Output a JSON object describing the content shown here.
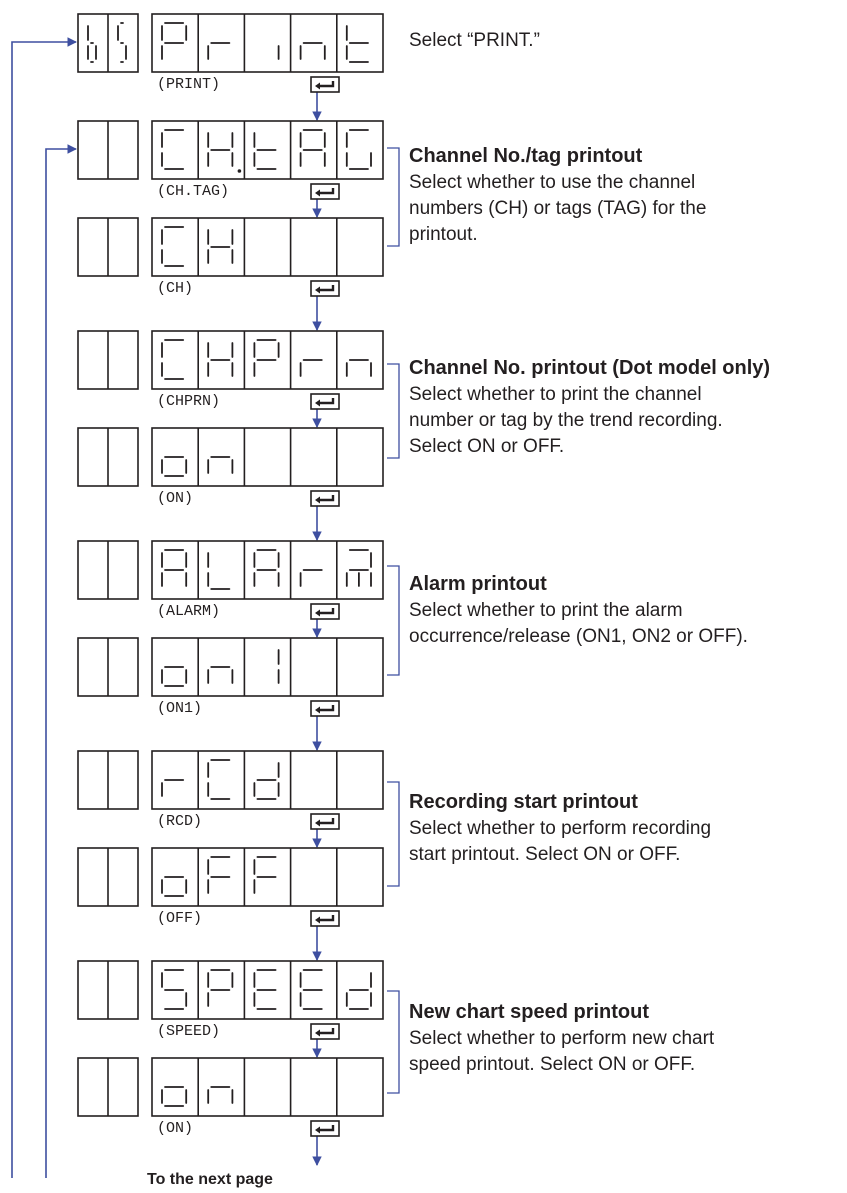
{
  "colors": {
    "flow": "#3e4fa0",
    "ink": "#231f20"
  },
  "icons": {
    "enter": "enter-key-icon"
  },
  "steps": [
    {
      "id": "print-select",
      "sub": [
        "b",
        "5"
      ],
      "chars": [
        "P",
        "r",
        "i",
        "n",
        "t"
      ],
      "label": "(PRINT)"
    },
    {
      "id": "ch-tag",
      "sub": [
        "",
        ""
      ],
      "chars": [
        "C",
        "H.",
        "t",
        "A",
        "G"
      ],
      "label": "(CH.TAG)"
    },
    {
      "id": "ch",
      "sub": [
        "",
        ""
      ],
      "chars": [
        "C",
        "H",
        "",
        "",
        ""
      ],
      "label": "(CH)"
    },
    {
      "id": "chprn",
      "sub": [
        "",
        ""
      ],
      "chars": [
        "C",
        "H",
        "P",
        "r",
        "n"
      ],
      "label": "(CHPRN)"
    },
    {
      "id": "chprn-on",
      "sub": [
        "",
        ""
      ],
      "chars": [
        "o",
        "n",
        "",
        "",
        ""
      ],
      "label": "(ON)"
    },
    {
      "id": "alarm",
      "sub": [
        "",
        ""
      ],
      "chars": [
        "A",
        "L",
        "A",
        "r",
        "m"
      ],
      "label": "(ALARM)"
    },
    {
      "id": "on1",
      "sub": [
        "",
        ""
      ],
      "chars": [
        "o",
        "n",
        "1",
        "",
        ""
      ],
      "label": "(ON1)"
    },
    {
      "id": "rcd",
      "sub": [
        "",
        ""
      ],
      "chars": [
        "r",
        "C",
        "d",
        "",
        ""
      ],
      "label": "(RCD)"
    },
    {
      "id": "off",
      "sub": [
        "",
        ""
      ],
      "chars": [
        "o",
        "F",
        "F",
        "",
        ""
      ],
      "label": "(OFF)"
    },
    {
      "id": "speed",
      "sub": [
        "",
        ""
      ],
      "chars": [
        "5",
        "P",
        "E",
        "E",
        "d"
      ],
      "label": "(SPEED)"
    },
    {
      "id": "speed-on",
      "sub": [
        "",
        ""
      ],
      "chars": [
        "o",
        "n",
        "",
        "",
        ""
      ],
      "label": "(ON)"
    }
  ],
  "descriptions": [
    {
      "id": "print",
      "title": "",
      "lines": [
        "Select “PRINT.”"
      ]
    },
    {
      "id": "channel-tag",
      "title": "Channel No./tag printout",
      "lines": [
        "Select whether to use the channel",
        "numbers (CH) or tags (TAG) for the",
        "printout."
      ]
    },
    {
      "id": "channel-no",
      "title": "Channel No. printout (Dot model only)",
      "lines": [
        "Select whether to print the channel",
        "number or tag by the trend recording.",
        "Select ON or OFF."
      ]
    },
    {
      "id": "alarm",
      "title": "Alarm printout",
      "lines": [
        "Select whether to print the alarm",
        "occurrence/release (ON1, ON2 or OFF)."
      ]
    },
    {
      "id": "recording-start",
      "title": "Recording start printout",
      "lines": [
        "Select whether to perform recording",
        "start printout.  Select ON or OFF."
      ]
    },
    {
      "id": "chart-speed",
      "title": "New chart speed printout",
      "lines": [
        "Select whether to perform new chart",
        "speed printout.  Select ON or OFF."
      ]
    }
  ],
  "footer": "To the next page"
}
